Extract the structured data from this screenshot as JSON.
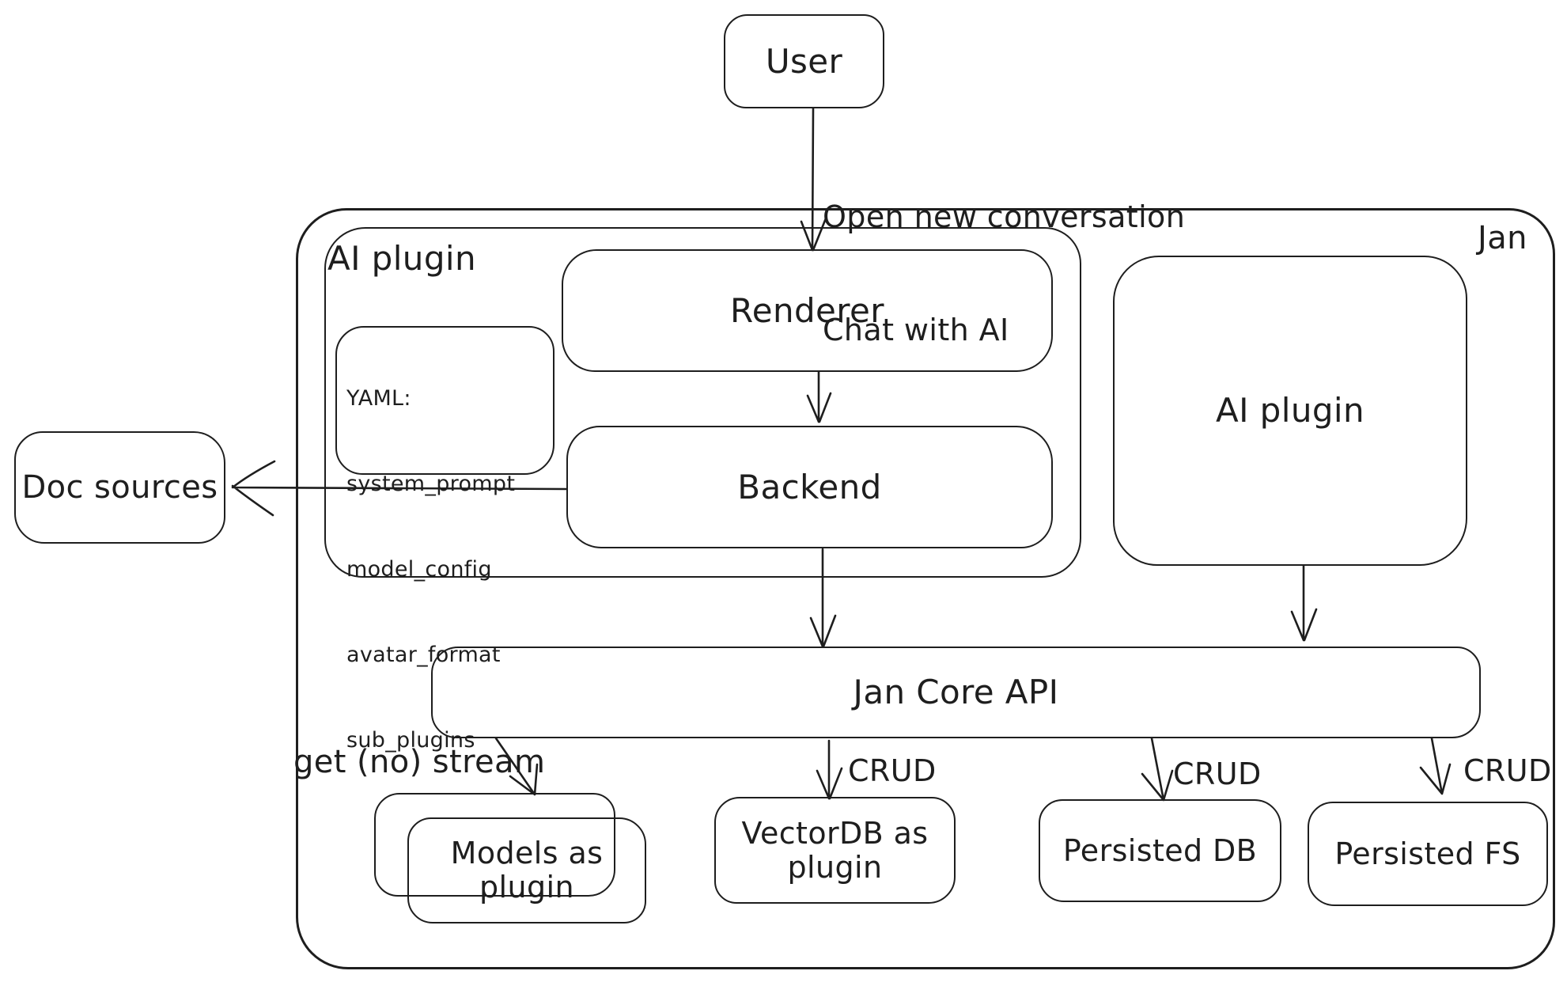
{
  "diagram": {
    "title_region": {
      "outer_system_label": "Jan"
    },
    "nodes": {
      "user": {
        "label": "User"
      },
      "ai_plugin_container": {
        "label": "AI plugin"
      },
      "renderer": {
        "label": "Renderer"
      },
      "backend": {
        "label": "Backend"
      },
      "yaml_note": {
        "lines": [
          "YAML:",
          "system_prompt",
          "model_config",
          "avatar_format",
          "sub_plugins"
        ]
      },
      "ai_plugin_right": {
        "label": "AI plugin"
      },
      "jan_core_api": {
        "label": "Jan Core API"
      },
      "doc_sources": {
        "label": "Doc sources"
      },
      "models_plugin": {
        "label": "Models as plugin"
      },
      "vectordb_plugin": {
        "label": "VectorDB as plugin"
      },
      "persisted_db": {
        "label": "Persisted DB"
      },
      "persisted_fs": {
        "label": "Persisted FS"
      }
    },
    "edges": {
      "user_flow": {
        "lines": [
          "Open new conversation",
          "Chat with AI"
        ]
      },
      "get_no_stream": {
        "label": "get (no) stream"
      },
      "crud_vectordb": {
        "label": "CRUD"
      },
      "crud_persisted_db": {
        "label": "CRUD"
      },
      "crud_persisted_fs": {
        "label": "CRUD"
      }
    },
    "colors": {
      "stroke": "#1e1e1e",
      "background": "#ffffff"
    }
  }
}
